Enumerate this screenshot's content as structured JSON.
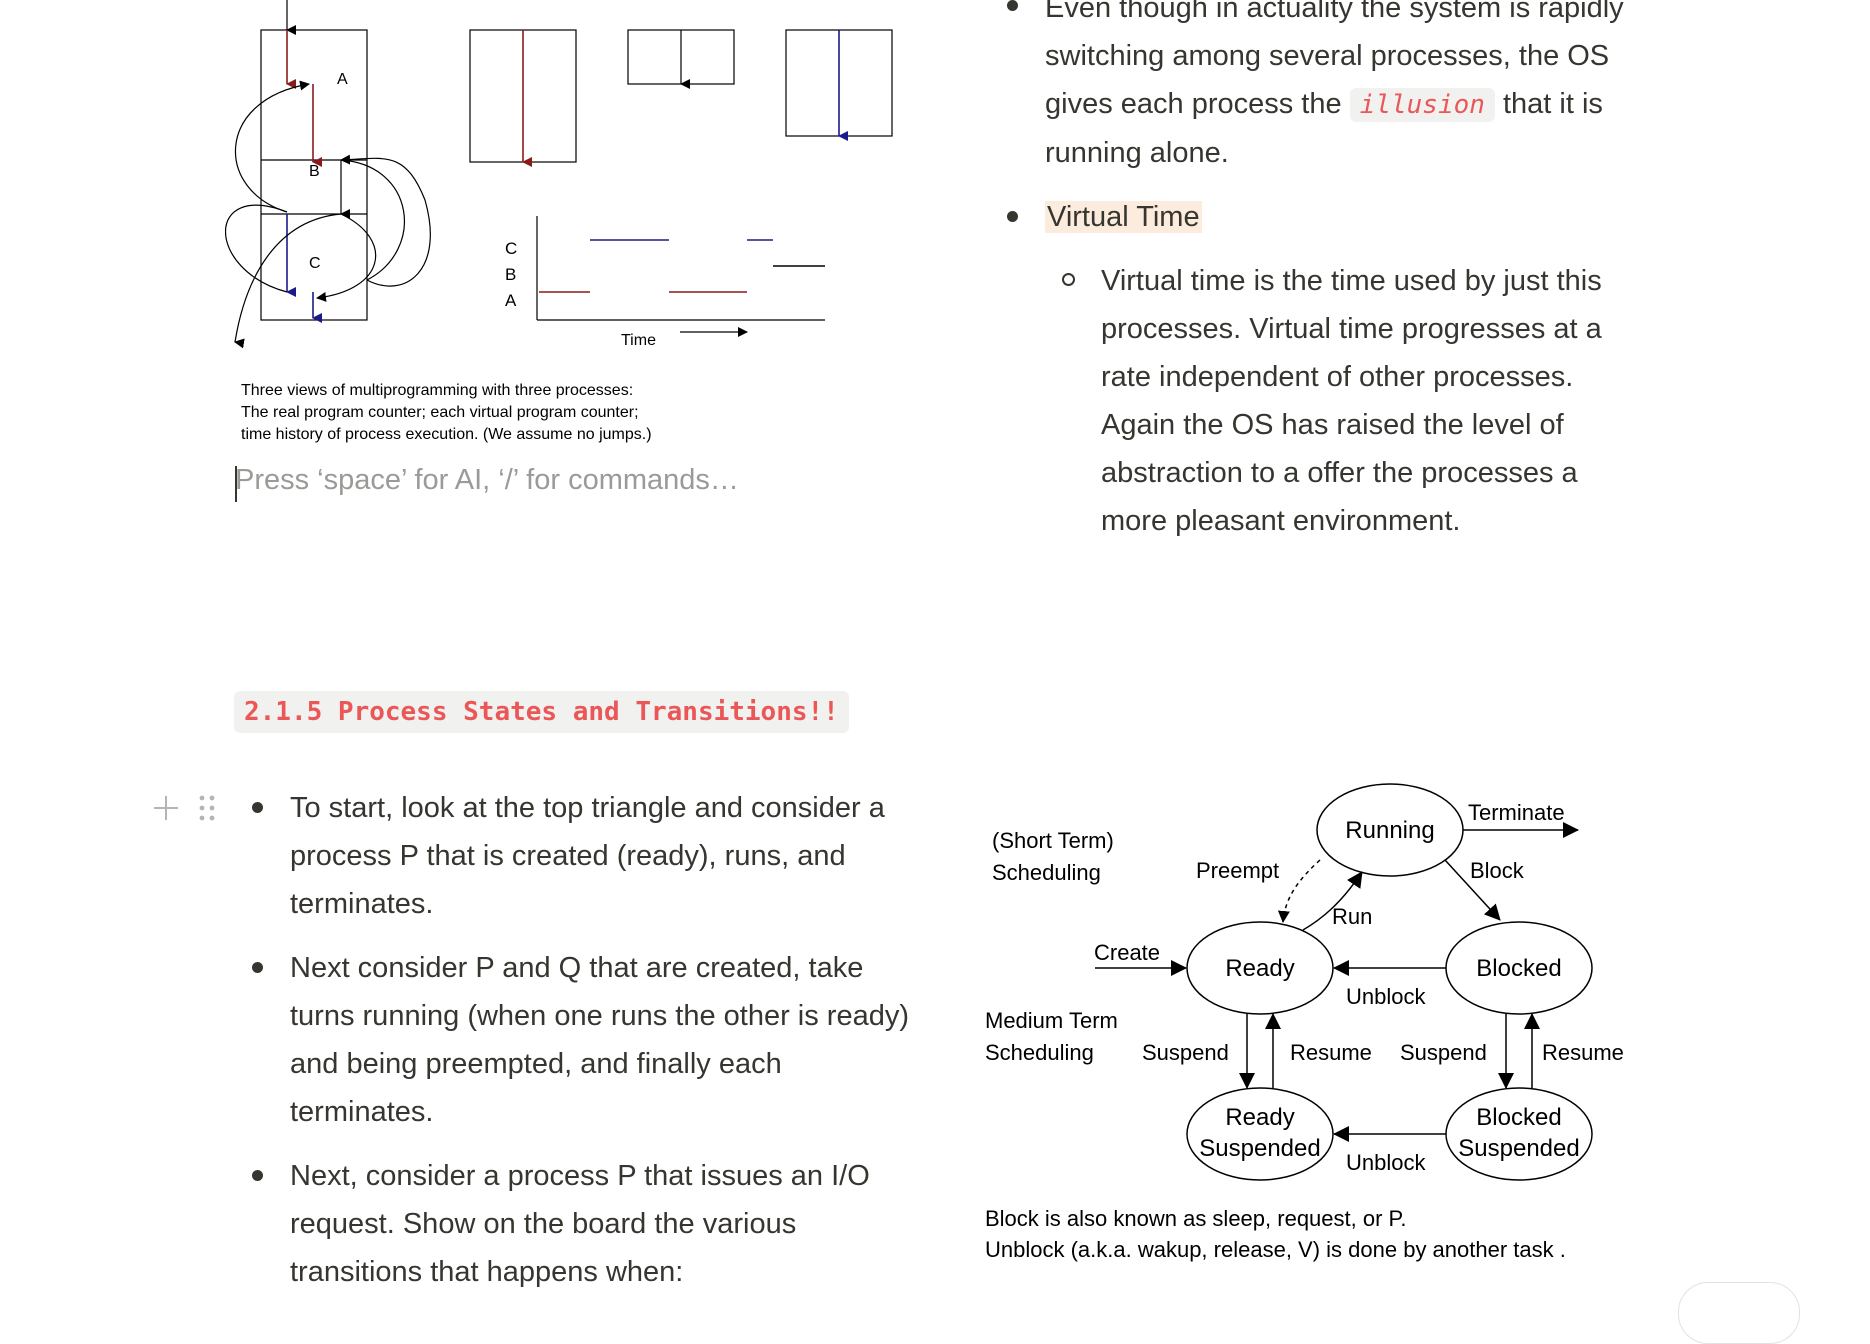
{
  "top_right": {
    "bullet1_part1": "Even though in actuality the system is rapidly switching among several processes, the OS gives each process the ",
    "bullet1_code": "illusion",
    "bullet1_part2": " that it is running alone.",
    "bullet2": "Virtual Time",
    "sub_bullet": "Virtual time is the time used by just this processes. Virtual time progresses at a rate independent of other processes. Again the OS has raised the level of abstraction to a offer the processes a more pleasant environment."
  },
  "figure1": {
    "labels": {
      "a": "A",
      "b": "B",
      "c": "C",
      "time": "Time",
      "axis_c": "C",
      "axis_b": "B",
      "axis_a": "A"
    },
    "caption_line1": "Three views of multiprogramming with three processes:",
    "caption_line2": "The real program counter; each virtual program counter;",
    "caption_line3": "time history of process execution.  (We assume no jumps.)",
    "colors": {
      "red": "#8b1a1a",
      "blue": "#1a1a8b",
      "black": "#000000"
    }
  },
  "editor": {
    "placeholder": "Press ‘space’ for AI, ‘/’ for commands…"
  },
  "section": {
    "heading": "2.1.5 Process States and Transitions!!"
  },
  "block_handles": {
    "add_icon": "plus-icon",
    "drag_icon": "drag-handle-icon"
  },
  "left_bullets": [
    "To start, look at the top triangle and consider a process P that is created (ready), runs, and terminates.",
    "Next consider P and Q that are created, take turns running (when one runs the other is ready) and being preempted, and finally each terminates.",
    "Next, consider a process P that issues an I/O request. Show on the board the various transitions that happens when:"
  ],
  "state_diagram": {
    "states": {
      "running": "Running",
      "ready": "Ready",
      "blocked": "Blocked",
      "ready_suspended_1": "Ready",
      "ready_suspended_2": "Suspended",
      "blocked_suspended_1": "Blocked",
      "blocked_suspended_2": "Suspended"
    },
    "transitions": {
      "terminate": "Terminate",
      "block": "Block",
      "preempt": "Preempt",
      "run": "Run",
      "create": "Create",
      "unblock": "Unblock",
      "suspend_left": "Suspend",
      "resume_left": "Resume",
      "suspend_right": "Suspend",
      "resume_right": "Resume",
      "unblock_bottom": "Unblock"
    },
    "scheduling": {
      "short_1": "(Short Term)",
      "short_2": "Scheduling",
      "medium_1": "Medium Term",
      "medium_2": "Scheduling"
    },
    "caption_line1": "Block is also known as sleep, request, or P.",
    "caption_line2": "Unblock (a.k.a. wakup, release, V) is done by another task ."
  }
}
